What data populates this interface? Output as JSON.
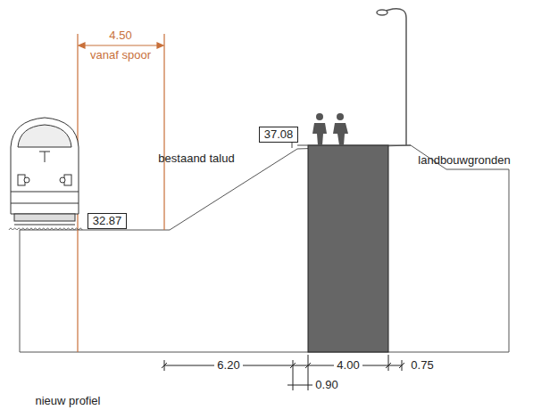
{
  "diagram": {
    "nodes": [
      {
        "text": [
          "32.87"
        ]
      },
      {
        "text": [
          "37.08"
        ]
      }
    ],
    "labels": [
      "4.50",
      "vanaf spoor",
      "bestaand talud",
      "landbouwgronden",
      "6.20",
      "0.90",
      "4.00",
      "0.75",
      "nieuw profiel"
    ]
  }
}
